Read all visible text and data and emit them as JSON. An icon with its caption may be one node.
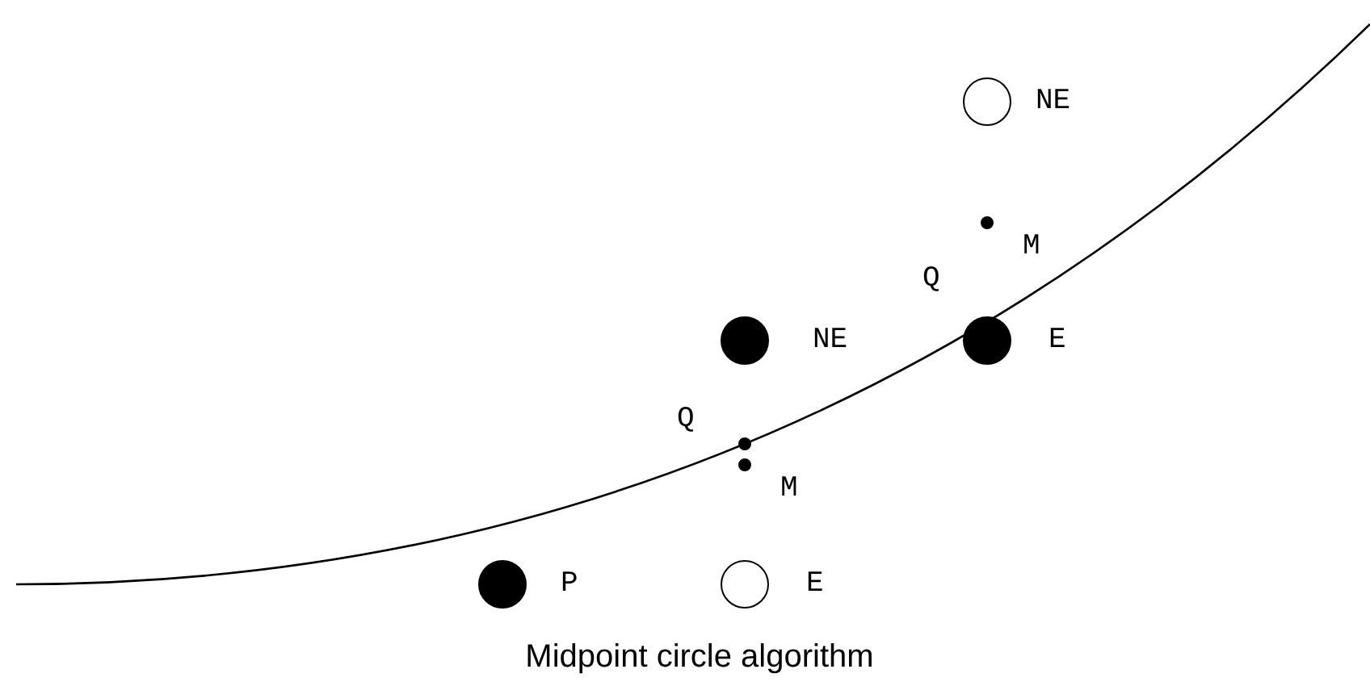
{
  "diagram": {
    "caption": "Midpoint circle algorithm",
    "nodes": [
      {
        "text": [],
        "shape": "circle",
        "beside": [
          "NE"
        ]
      },
      {
        "text": [],
        "shape": "point",
        "beside": [
          "M"
        ]
      },
      {
        "text": [],
        "shape": "dot",
        "beside": [
          "NE"
        ]
      },
      {
        "text": [],
        "shape": "dot",
        "beside": [
          "E"
        ]
      },
      {
        "text": [],
        "shape": "point",
        "beside": [
          "Q"
        ]
      },
      {
        "text": [],
        "shape": "point",
        "beside": [
          "M"
        ]
      },
      {
        "text": [],
        "shape": "dot",
        "beside": [
          "P"
        ]
      },
      {
        "text": [],
        "shape": "circle",
        "beside": [
          "E"
        ]
      }
    ],
    "labels": [
      "Q"
    ]
  }
}
